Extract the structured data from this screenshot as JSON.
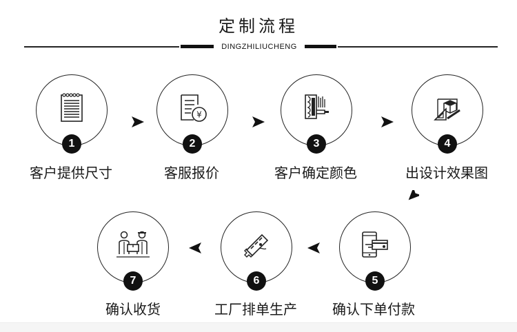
{
  "header": {
    "title": "定制流程",
    "subtitle": "DINGZHILIUCHENG"
  },
  "steps": [
    {
      "number": "1",
      "label": "客户提供尺寸",
      "icon": "notepad-icon"
    },
    {
      "number": "2",
      "label": "客服报价",
      "icon": "quote-document-yen-icon"
    },
    {
      "number": "3",
      "label": "客户确定颜色",
      "icon": "paint-swatch-icon"
    },
    {
      "number": "4",
      "label": "出设计效果图",
      "icon": "design-drafting-icon"
    },
    {
      "number": "5",
      "label": "确认下单付款",
      "icon": "mobile-payment-icon"
    },
    {
      "number": "6",
      "label": "工厂排单生产",
      "icon": "saw-cutting-icon"
    },
    {
      "number": "7",
      "label": "确认收货",
      "icon": "delivery-handover-icon"
    }
  ],
  "colors": {
    "line": "#222222",
    "badge": "#111111",
    "text": "#1a1a1a"
  }
}
